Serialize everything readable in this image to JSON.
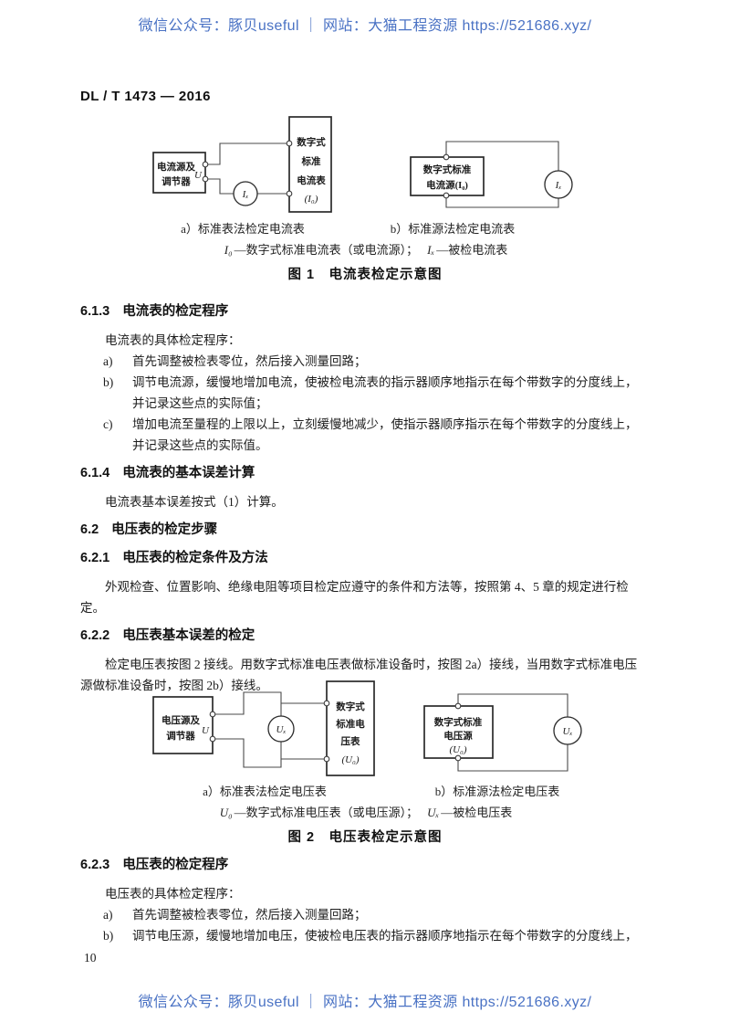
{
  "page": {
    "watermark_header": "微信公众号：豚贝useful ｜ 网站：大猫工程资源 https://521686.xyz/",
    "watermark_footer": "微信公众号：豚贝useful ｜ 网站：大猫工程资源 https://521686.xyz/",
    "watermark_color": "#4a72c4",
    "doc_code": "DL / T 1473 — 2016",
    "page_number": "10"
  },
  "figure1": {
    "a": {
      "source_line1": "电流源及",
      "source_line2": "调节器",
      "u_label": "U",
      "std_line1": "数字式",
      "std_line2": "标准",
      "std_line3": "电流表",
      "std_line4": "(I₀)",
      "meter_label": "Iₓ",
      "caption": "a）标准表法检定电流表"
    },
    "b": {
      "source_line1": "数字式标准",
      "source_line2": "电流源(I₀)",
      "meter_label": "Iₓ",
      "caption": "b）标准源法检定电流表"
    },
    "legend": {
      "sym1": "I₀",
      "text1": "—数字式标准电流表（或电流源）；",
      "sym2": "Iₓ",
      "text2": "—被检电流表"
    },
    "title": "图 1　电流表检定示意图"
  },
  "figure2": {
    "a": {
      "source_line1": "电压源及",
      "source_line2": "调节器",
      "u_label": "U",
      "std_line1": "数字式",
      "std_line2": "标准电",
      "std_line3": "压表",
      "std_line4": "(U₀)",
      "meter_label": "Uₓ",
      "caption": "a）标准表法检定电压表"
    },
    "b": {
      "source_line1": "数字式标准",
      "source_line2": "电压源",
      "source_line3": "(U₀)",
      "meter_label": "Uₓ",
      "caption": "b）标准源法检定电压表"
    },
    "legend": {
      "sym1": "U₀",
      "text1": "—数字式标准电压表（或电压源）；",
      "sym2": "Uₓ",
      "text2": "—被检电压表"
    },
    "title": "图 2　电压表检定示意图"
  },
  "sections": {
    "s613": {
      "num": "6.1.3",
      "title": "电流表的检定程序",
      "intro": "电流表的具体检定程序：",
      "items": [
        {
          "label": "a)",
          "line1": "首先调整被检表零位，然后接入测量回路；",
          "line2": ""
        },
        {
          "label": "b)",
          "line1": "调节电流源，缓慢地增加电流，使被检电流表的指示器顺序地指示在每个带数字的分度线上，",
          "line2": "并记录这些点的实际值；"
        },
        {
          "label": "c)",
          "line1": "增加电流至量程的上限以上，立刻缓慢地减少，使指示器顺序指示在每个带数字的分度线上，",
          "line2": "并记录这些点的实际值。"
        }
      ]
    },
    "s614": {
      "num": "6.1.4",
      "title": "电流表的基本误差计算",
      "body": "电流表基本误差按式（1）计算。"
    },
    "s62": {
      "num": "6.2",
      "title": "电压表的检定步骤"
    },
    "s621": {
      "num": "6.2.1",
      "title": "电压表的检定条件及方法",
      "body": "外观检查、位置影响、绝缘电阻等项目检定应遵守的条件和方法等，按照第 4、5 章的规定进行检定。"
    },
    "s622": {
      "num": "6.2.2",
      "title": "电压表基本误差的检定",
      "body_line1": "检定电压表按图 2 接线。用数字式标准电压表做标准设备时，按图 2a）接线，当用数字式标准电压",
      "body_line2": "源做标准设备时，按图 2b）接线。"
    },
    "s623": {
      "num": "6.2.3",
      "title": "电压表的检定程序",
      "intro": "电压表的具体检定程序：",
      "items": [
        {
          "label": "a)",
          "line1": "首先调整被检表零位，然后接入测量回路；"
        },
        {
          "label": "b)",
          "line1": "调节电压源，缓慢地增加电压，使被检电压表的指示器顺序地指示在每个带数字的分度线上，"
        }
      ]
    }
  }
}
